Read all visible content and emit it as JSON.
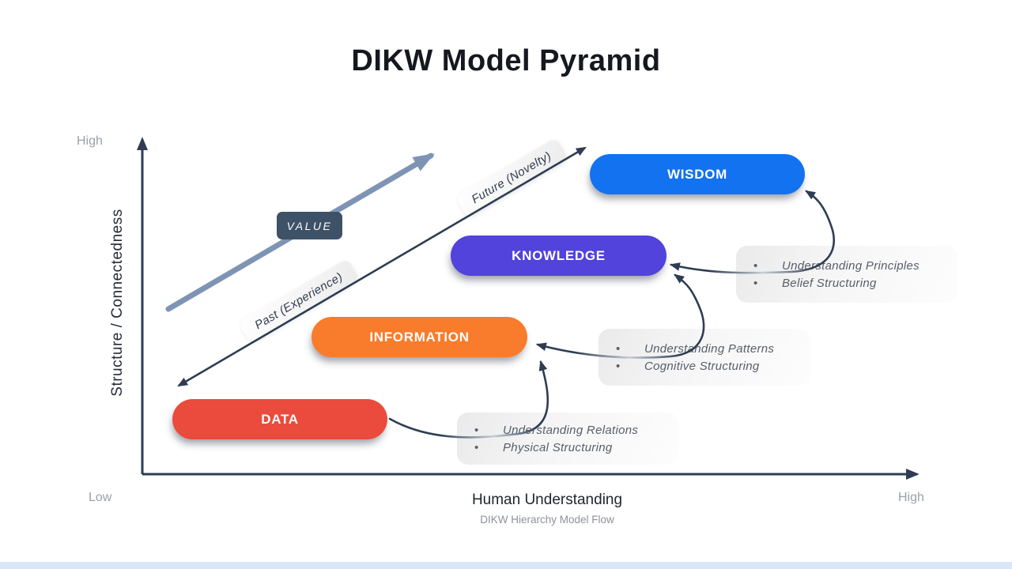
{
  "title": "DIKW Model Pyramid",
  "bullet_glyph": "•",
  "axes": {
    "y_label": "Structure / Connectedness",
    "y_high": "High",
    "y_low": "Low",
    "x_label": "Human Understanding",
    "x_sublabel": "DIKW Hierarchy Model Flow",
    "x_high": "High"
  },
  "value_label": "VALUE",
  "timeline_labels": {
    "past": "Past (Experience)",
    "future": "Future (Novelty)"
  },
  "levels": [
    {
      "label": "DATA",
      "color": "#EA4B3C"
    },
    {
      "label": "INFORMATION",
      "color": "#F87C2B"
    },
    {
      "label": "KNOWLEDGE",
      "color": "#5143DB"
    },
    {
      "label": "WISDOM",
      "color": "#1372F0"
    }
  ],
  "transitions": [
    {
      "bullets": [
        "Understanding Relations",
        "Physical Structuring"
      ]
    },
    {
      "bullets": [
        "Understanding Patterns",
        "Cognitive Structuring"
      ]
    },
    {
      "bullets": [
        "Understanding Principles",
        "Belief Structuring"
      ]
    }
  ],
  "diagram_colors": {
    "axis_and_curves": "#2E3D53",
    "curve_faded_mid": "#C7CDD5",
    "value_arrow": "#7E94B4",
    "value_badge_bg": "#3E5267",
    "muted_text": "#9AA1A9",
    "annotation_text": "#575E69",
    "bottom_bar": "#D9E6F8"
  }
}
